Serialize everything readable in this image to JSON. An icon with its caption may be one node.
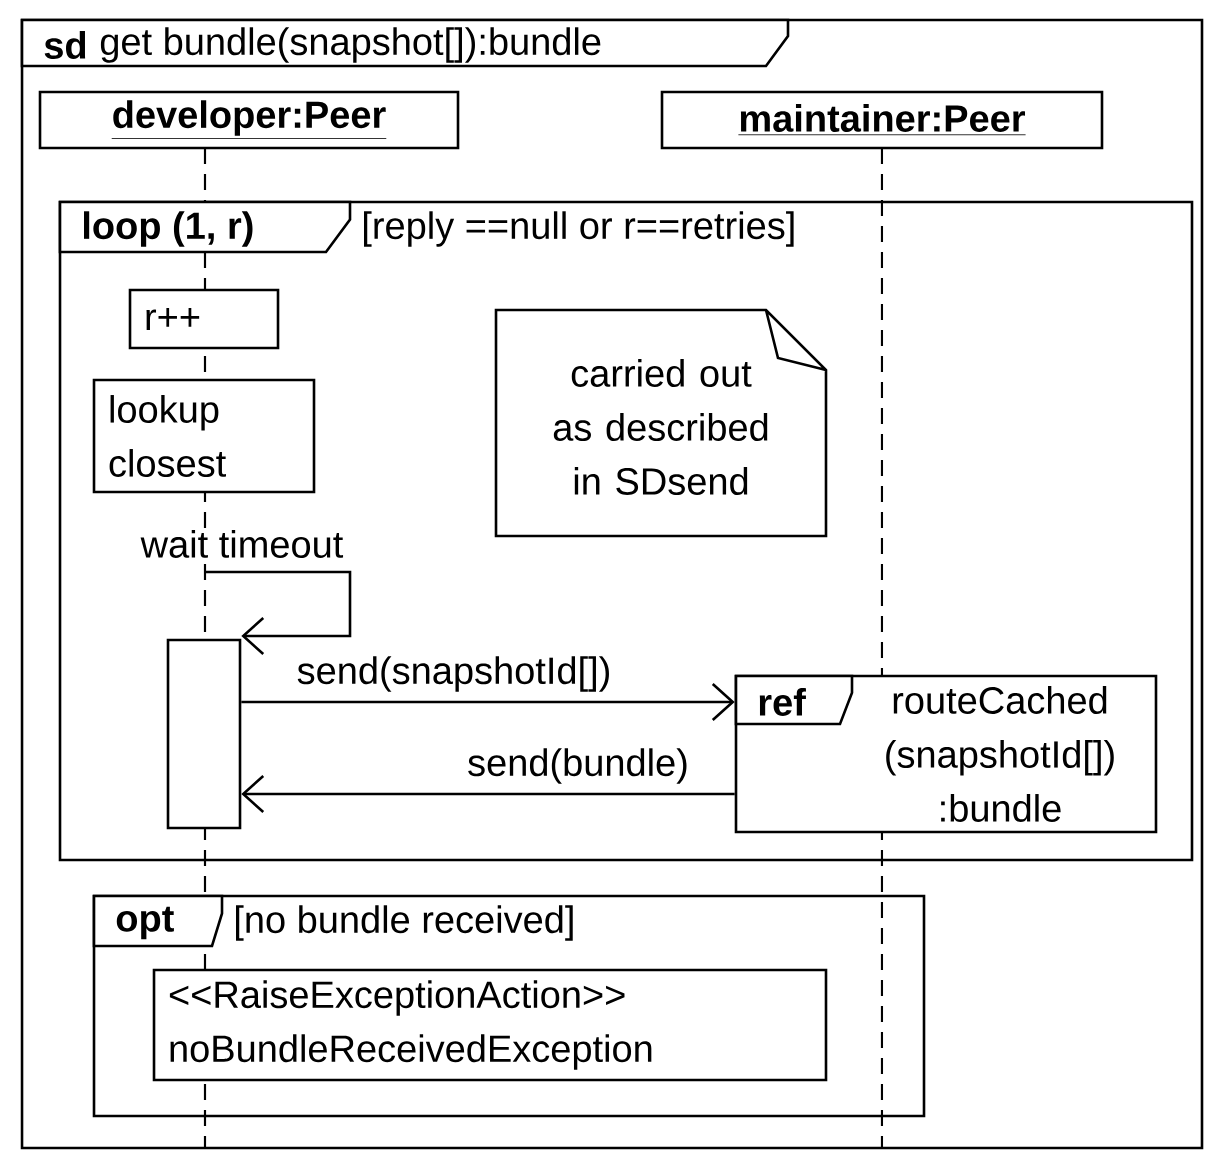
{
  "diagram": {
    "nodes": [
      {
        "text": [
          "sd",
          "get bundle(snapshot[]):bundle"
        ]
      },
      {
        "text": [
          "developer:Peer"
        ],
        "in": 0
      },
      {
        "text": [
          "maintainer:Peer"
        ],
        "in": 0
      },
      {
        "text": [
          "loop (1, r)",
          "[reply ==null or r==retries]"
        ],
        "in": 0
      },
      {
        "text": [
          "r++"
        ],
        "in": 3
      },
      {
        "text": [
          "lookup closest"
        ],
        "in": 3
      },
      {
        "text": [
          "carried out as described in SDsend"
        ],
        "in": 3
      },
      {
        "text": [],
        "shape": "bar",
        "in": 3
      },
      {
        "text": [
          "ref",
          "routeCached (snapshotId[]) :bundle"
        ],
        "in": 3
      },
      {
        "text": [
          "opt",
          "[no bundle received]"
        ],
        "in": 0
      },
      {
        "text": [
          "<<RaiseExceptionAction>> noBundleReceivedException"
        ],
        "in": 9
      }
    ],
    "edges": [
      {
        "from": null,
        "to": 7,
        "arrow": "to",
        "label": "wait timeout"
      },
      {
        "from": 7,
        "to": 8,
        "arrow": "to",
        "label": "send(snapshotId[])"
      },
      {
        "from": 8,
        "to": 7,
        "arrow": "to",
        "label": "send(bundle)"
      }
    ]
  }
}
